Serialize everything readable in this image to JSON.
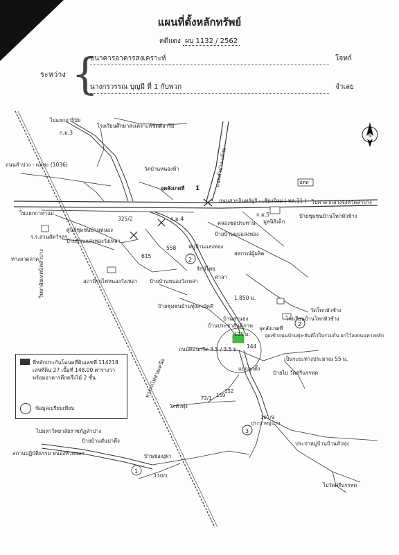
{
  "header": {
    "title": "แผนที่ตั้งหลักทรัพย์",
    "case_label": "คดีแดง",
    "case_number": "ผบ 1132 / 2562",
    "between_label": "ระหว่าง",
    "plaintiff": "ธนาคารอาคารสงเคราะห์",
    "plaintiff_role": "โจทก์",
    "defendant": "นางกรวรรณ  บุญมี  ที่ 1 กับพวก",
    "defendant_role": "จำเลย"
  },
  "map": {
    "labels": {
      "to_baanduea": "ไปแยกถาริมัย",
      "km3": "ก.ม.3",
      "school_top": "โรงเรียนศึกษาสงเคราะห์ชัตต์อารีย์",
      "superhighway": "ถนนลำปาง - แม่ทะ (1036)",
      "wat_nongnam": "วัดบ้านหนองห้า",
      "signal_1": "จุดสังเกตที่",
      "road_vertical": "ถนนลำปาง-แจ้ห่ม",
      "to_north": "ไปแยกกาทาแม่",
      "km325": "325/2",
      "km4": "ก.ม.4",
      "highway11": "ถนนสายอินทร์บุรี - เชียงใหม่ ( ทล.11 )",
      "ptt": "ปตท",
      "to_province": "ไปศาลากลางจังหวัดลำปาง",
      "km5": "ก.ม.5",
      "canal": "คลองชลประทาน",
      "foundation": "มูลนิธิเด็ก",
      "stop_west": "ป้ายชุมชนบ้านโทกหัวช้าง",
      "community_hall": "ศูนย์ชุมชนบ้านหนอง",
      "bus_stop_mid": "ป้ายบ้านแม่แสงทอง",
      "left_shrine": "ร.ร.สวนสัตว์ฯลฯ",
      "left_vertical": "วิทยาลัยเทคนิคลำปาง",
      "welfare": "ทางลาดลาด",
      "bus_stop_left": "ป้ายบ้านแสงทองวังเหล่า",
      "moo_village": "หมู่บ้านแสงทอง",
      "gas": "สหกรณ์ผู้ผลิต",
      "n558": "558",
      "n615": "615",
      "station": "สถานีรถไฟหนองวังเหล่า",
      "bus_stop_2": "ป้ายบ้านหนองวังเหล่า",
      "village_wat": "รักษ์ไทย",
      "wat_lab": "ศาลา",
      "distance": "1,850 ม.",
      "dist_shop": "ป้ายชุมชนบ้านทุ่งสามัคคี",
      "wat_thokhua": "วัดโทกหัวช้าง",
      "school_thokhua": "โรงเรียนบ้านโทกหัวช้าง",
      "railway": "ทางรถไฟสายเหนือ",
      "health": "บ้านประชาสันติภาพ",
      "community2": "บ้านสวนธง",
      "signal_2": "จุดสังเกตที่",
      "m125": "125 ม.",
      "road_lane": "ถนนคอนกรีต 3.5 / 3.5 ม.",
      "plot": "144",
      "note": "จุดเข้าถนนบ้านทุ่ง-สันติไร่ไปร่วมกัน ยกไว้ลงถนนทางหลัก",
      "note2": "เป็นระยะทางประมาณ 55 ม.",
      "bridge": "แยกลูกตั้ง",
      "to_wat": "ป้ายไป  วัดศรีนรรทด",
      "wat_huathung": "วัดหัวทุ่ง",
      "n72": "72/1",
      "n159": "159",
      "n152": "152",
      "n107": "107/9",
      "n_3": "3",
      "village_bottom": "ประปาหมู่บ้าน",
      "to_huathung": "ประปาหมู่บ้านบ้านหัวทุ่ง",
      "to_college": "ไปมหาวิทยาลัยราชภัฏลำปาง",
      "bus_stop_sankheng": "ป้ายบ้านสันปาคึง",
      "station_bottom": "สถานปฏิบัติธรรม หนองหัวหลอก",
      "baan_thong": "บ้านช่องงูฝา",
      "n110": "110/1",
      "n_1": "1",
      "to_wat_bottom": "ไปวัดศรีนรรทด",
      "north": "N"
    },
    "legend": {
      "plot_desc": "ที่หลักประกันโฉนดที่ดินเลขที่ 114218 เลขที่ดิน 27 เนื้อที่ 148.00 ตารางวา พร้อมอาคารตึกครึ่งไม้ 2 ชั้น",
      "marker_desc": "ข้อมูลเปรียบเทียบ"
    },
    "colors": {
      "plot_marker": "#3fbf3f",
      "road": "#333333"
    }
  }
}
